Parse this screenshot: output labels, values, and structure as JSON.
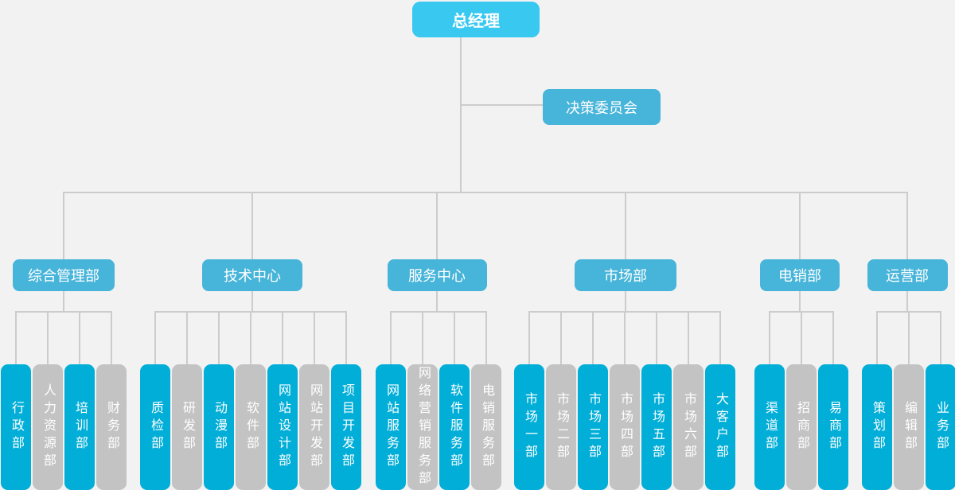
{
  "colors": {
    "background": "#f2f2f2",
    "connector_line": "#cccccc",
    "root_node": "#38c8f0",
    "level2_node": "#47b4d9",
    "child_cyan": "#00aed8",
    "child_gray": "#c3c3c3",
    "text": "#ffffff"
  },
  "root": {
    "label": "总经理"
  },
  "committee": {
    "label": "决策委员会"
  },
  "departments": [
    {
      "label": "综合管理部",
      "children": [
        {
          "label": "行政部"
        },
        {
          "label": "人力资源部"
        },
        {
          "label": "培训部"
        },
        {
          "label": "财务部"
        }
      ]
    },
    {
      "label": "技术中心",
      "children": [
        {
          "label": "质检部"
        },
        {
          "label": "研发部"
        },
        {
          "label": "动漫部"
        },
        {
          "label": "软件部"
        },
        {
          "label": "网站设计部"
        },
        {
          "label": "网站开发部"
        },
        {
          "label": "项目开发部"
        }
      ]
    },
    {
      "label": "服务中心",
      "children": [
        {
          "label": "网站服务部"
        },
        {
          "label": "网络营销服务部"
        },
        {
          "label": "软件服务部"
        },
        {
          "label": "电销服务部"
        }
      ]
    },
    {
      "label": "市场部",
      "children": [
        {
          "label": "市场一部"
        },
        {
          "label": "市场二部"
        },
        {
          "label": "市场三部"
        },
        {
          "label": "市场四部"
        },
        {
          "label": "市场五部"
        },
        {
          "label": "市场六部"
        },
        {
          "label": "大客户部"
        }
      ]
    },
    {
      "label": "电销部",
      "children": [
        {
          "label": "渠道部"
        },
        {
          "label": "招商部"
        },
        {
          "label": "易商部"
        }
      ]
    },
    {
      "label": "运营部",
      "children": [
        {
          "label": "策划部"
        },
        {
          "label": "编辑部"
        },
        {
          "label": "业务部"
        }
      ]
    }
  ]
}
